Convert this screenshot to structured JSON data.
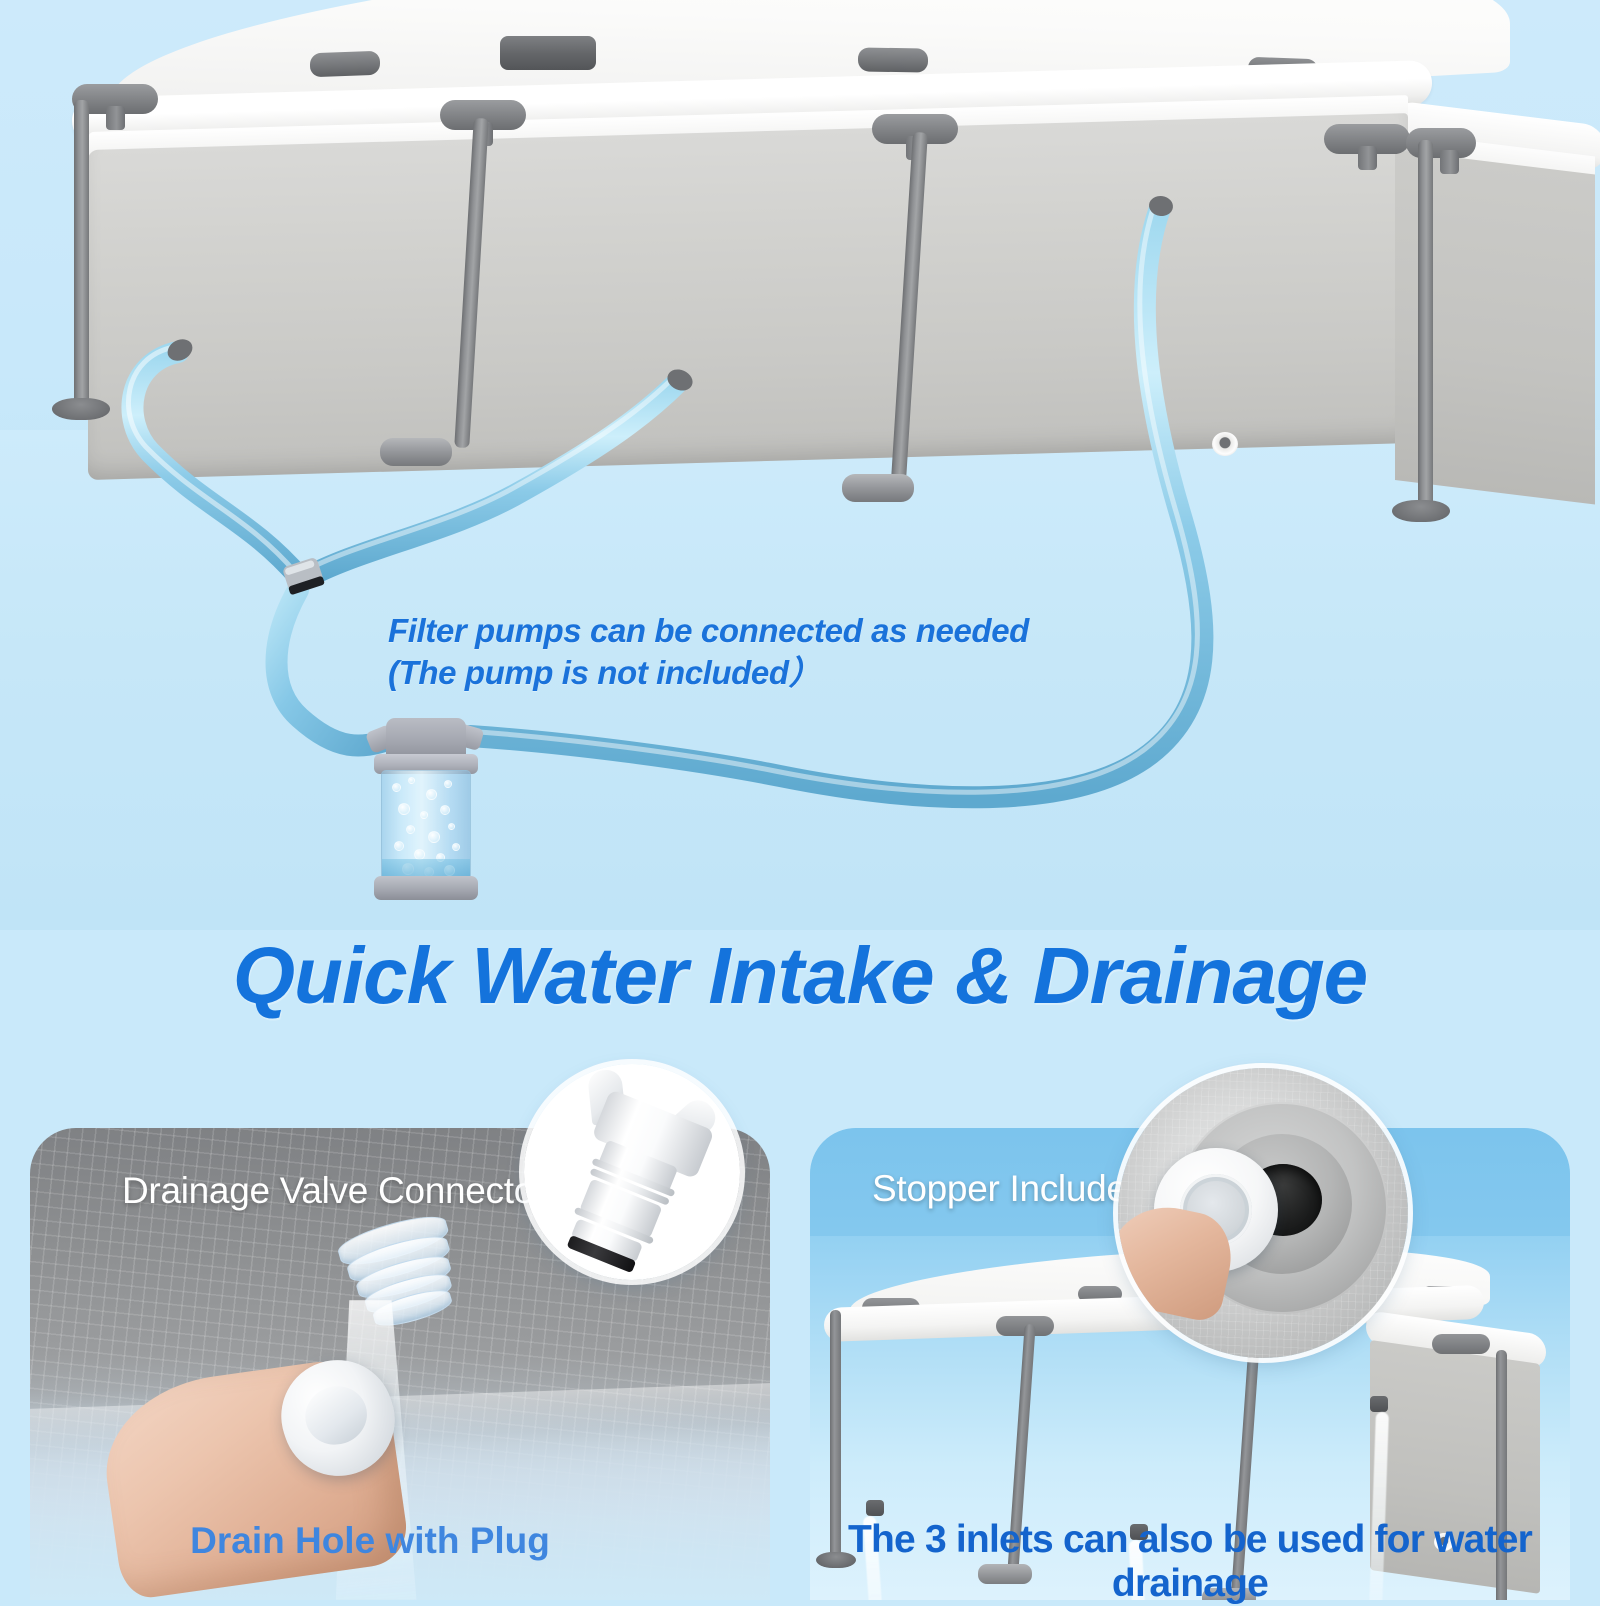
{
  "theme": {
    "background": "#c9e9fa",
    "accent_blue": "#1473dc",
    "label_blue": "#3f86df",
    "panel_blue": "#7cc4ed",
    "white": "#ffffff",
    "pool_gray": "#cfcfcd",
    "frame_gray": "#75777a"
  },
  "hero": {
    "callout_line1": "Filter pumps can be connected as needed",
    "callout_line2": "(The pump is not included）",
    "pool_name": "rectangular-frame-pool",
    "hose_name": "filter-hose",
    "pump_name": "filter-pump-cartridge"
  },
  "title": {
    "text": "Quick Water Intake & Drainage"
  },
  "panels": {
    "left": {
      "heading": "Drainage Valve Connector",
      "sublabel": "Drain Hole with Plug",
      "inset_name": "drainage-valve-connector-inset"
    },
    "right": {
      "heading": "Stopper Included",
      "sublabel": "The 3 inlets can also be used for water drainage",
      "inset_name": "stopper-detail-inset",
      "jet_count": 3
    }
  }
}
